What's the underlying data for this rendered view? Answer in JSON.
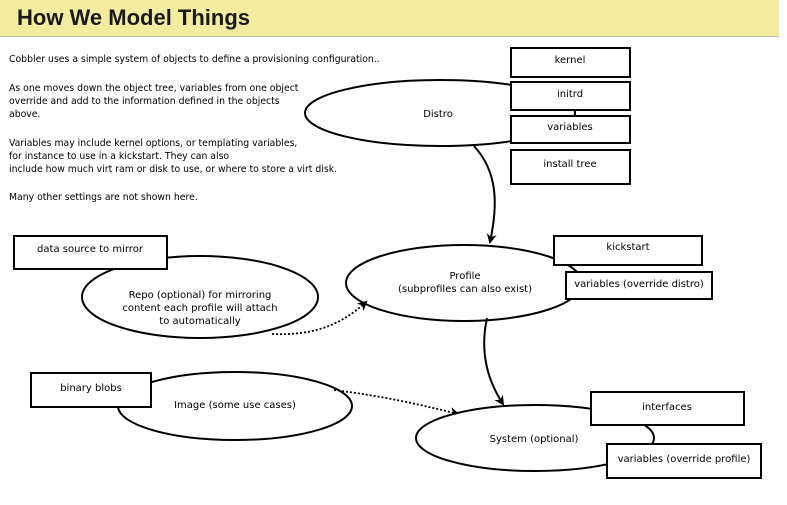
{
  "slide": {
    "title": "How We Model Things"
  },
  "intro": {
    "line1": "Cobbler uses a simple system of objects to define a provisioning configuration..",
    "para2": [
      "As one moves down the object tree, variables from one object",
      "override and add to the information defined in the objects",
      "above."
    ],
    "para3": [
      "Variables may include kernel options, or templating variables,",
      "for instance to use in a kickstart.   They can also",
      "include how much virt ram or disk to use, or where to store a virt disk."
    ],
    "line4": "Many other settings are not shown here."
  },
  "diagram": {
    "distro": {
      "label": "Distro",
      "boxes": [
        "kernel",
        "initrd",
        "variables",
        "install tree"
      ]
    },
    "profile": {
      "label_lines": [
        "Profile",
        "(subprofiles can also exist)"
      ],
      "boxes": [
        "kickstart",
        "variables (override distro)"
      ]
    },
    "repo": {
      "label_lines": [
        "Repo (optional) for mirroring",
        "content each profile will attach",
        "to automatically"
      ],
      "box": "data source to mirror"
    },
    "image": {
      "label": "Image (some use cases)",
      "box": "binary blobs"
    },
    "system": {
      "label": "System (optional)",
      "boxes": [
        "interfaces",
        "variables (override profile)"
      ]
    }
  }
}
